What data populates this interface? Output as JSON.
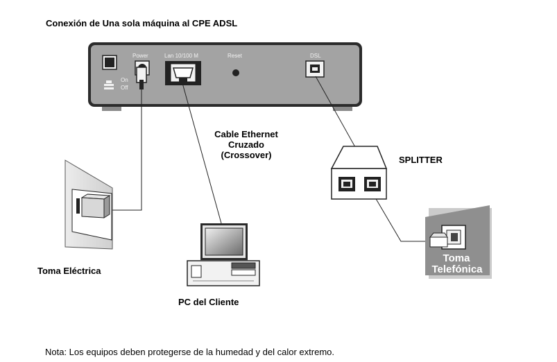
{
  "title": "Conexión de Una sola máquina al CPE ADSL",
  "router": {
    "power_label": "Power",
    "on_label": "On",
    "off_label": "Off",
    "lan_label": "Lan 10/100 M",
    "reset_label": "Reset",
    "dsl_label": "DSL"
  },
  "cable_label": {
    "line1": "Cable Ethernet",
    "line2": "Cruzado",
    "line3": "(Crossover)"
  },
  "splitter_label": "SPLITTER",
  "power_outlet_label": "Toma Eléctrica",
  "pc_label": "PC del Cliente",
  "phone_jack": {
    "line1": "Toma",
    "line2": "Telefónica"
  },
  "note": "Nota: Los equipos deben protegerse de la humedad y del calor extremo."
}
